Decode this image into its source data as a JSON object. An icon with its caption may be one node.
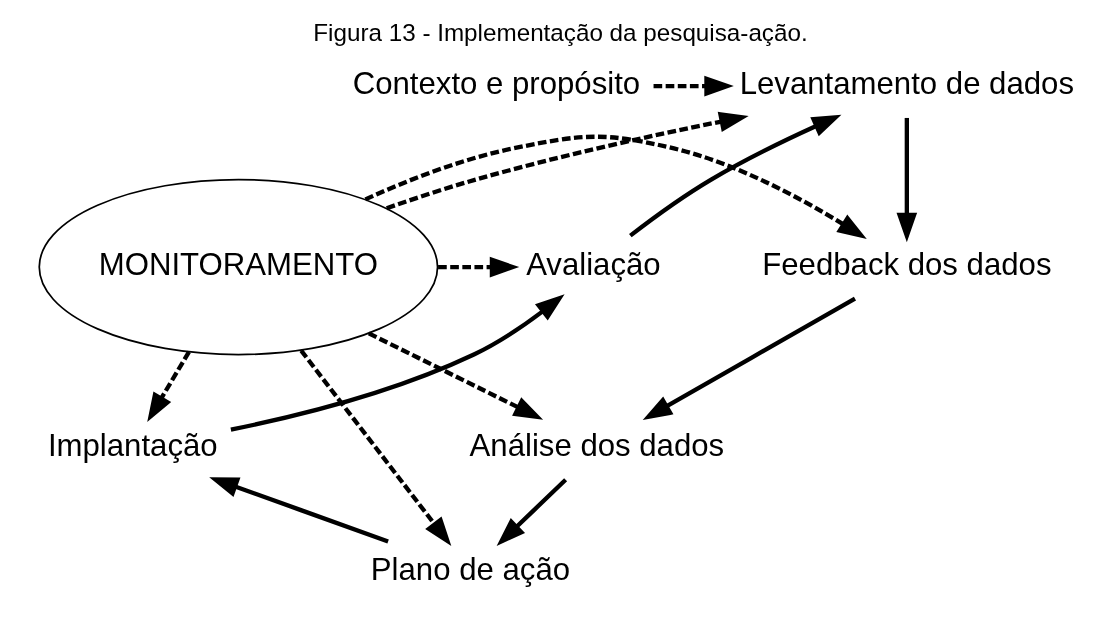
{
  "diagram": {
    "caption": "Figura 13 - Implementação da pesquisa-ação.",
    "nodes": [
      {
        "text": [
          "Contexto e propósito"
        ]
      },
      {
        "text": [
          "Levantamento de dados"
        ]
      },
      {
        "text": [
          "Feedback dos dados"
        ]
      },
      {
        "text": [
          "Análise dos dados"
        ]
      },
      {
        "text": [
          "Plano de ação"
        ]
      },
      {
        "text": [
          "Implantação"
        ]
      },
      {
        "text": [
          "Avaliação"
        ]
      },
      {
        "text": [
          "MONITORAMENTO"
        ]
      }
    ],
    "edges": [
      {
        "from": 0,
        "to": 1,
        "arrow": "to",
        "style": "dashed"
      },
      {
        "from": 1,
        "to": 2,
        "arrow": "to"
      },
      {
        "from": 2,
        "to": 3,
        "arrow": "to"
      },
      {
        "from": 3,
        "to": 4,
        "arrow": "to"
      },
      {
        "from": 4,
        "to": 5,
        "arrow": "to"
      },
      {
        "from": 5,
        "to": 6,
        "arrow": "to"
      },
      {
        "from": 6,
        "to": 1,
        "arrow": "to"
      },
      {
        "from": 7,
        "to": 1,
        "arrow": "to",
        "style": "dashed"
      },
      {
        "from": 7,
        "to": 2,
        "arrow": "to",
        "style": "dashed"
      },
      {
        "from": 7,
        "to": 3,
        "arrow": "to",
        "style": "dashed"
      },
      {
        "from": 7,
        "to": 4,
        "arrow": "to",
        "style": "dashed"
      },
      {
        "from": 7,
        "to": 5,
        "arrow": "to",
        "style": "dashed"
      },
      {
        "from": 7,
        "to": 6,
        "arrow": "to",
        "style": "dashed"
      }
    ]
  }
}
